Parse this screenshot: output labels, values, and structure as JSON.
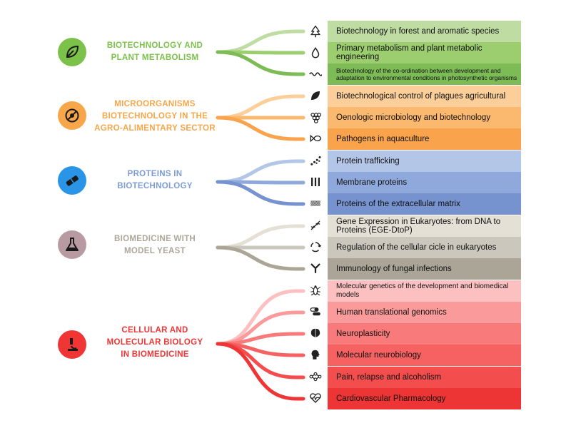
{
  "groups": [
    {
      "label_lines": [
        "BIOTECHNOLOGY AND",
        "PLANT METABOLISM"
      ],
      "color": "#7cc24a",
      "icon": "leaf-icon",
      "items": [
        {
          "text": "Biotechnology in forest and aromatic species",
          "icon": "tree-icon",
          "color": "#bfdca3"
        },
        {
          "text": "Primary metabolism and plant metabolic engineering",
          "icon": "drop-icon",
          "color": "#9ccd6f"
        },
        {
          "text": "Biotechnology of the co-ordination between development and adaptation to environmental conditions in photosynthetic organisms",
          "icon": "wave-icon",
          "color": "#7dbb57",
          "small": true
        }
      ]
    },
    {
      "label_lines": [
        "MICROORGANISMS",
        "BIOTECHNOLOGY IN THE",
        "AGRO-ALIMENTARY SECTOR"
      ],
      "color": "#f7a64a",
      "icon": "no-bug-icon",
      "items": [
        {
          "text": "Biotechnological control of plagues agricultural",
          "icon": "leaf-small-icon",
          "color": "#fccf9a"
        },
        {
          "text": "Oenologic microbiology and biotechnology",
          "icon": "grapes-icon",
          "color": "#fbb96f"
        },
        {
          "text": "Pathogens in aquaculture",
          "icon": "fish-icon",
          "color": "#f9a44c"
        }
      ]
    },
    {
      "label_lines": [
        "PROTEINS IN",
        "BIOTECHNOLOGY"
      ],
      "color": "#2a95e6",
      "icon": "protein-icon",
      "items": [
        {
          "text": "Protein trafficking",
          "icon": "dots-icon",
          "color": "#b3c6e8"
        },
        {
          "text": "Membrane proteins",
          "icon": "membrane-icon",
          "color": "#8fa9dc"
        },
        {
          "text": "Proteins of the extracellular matrix",
          "icon": "matrix-icon",
          "color": "#7693d0"
        }
      ]
    },
    {
      "label_lines": [
        "BIOMEDICINE WITH",
        "MODEL YEAST"
      ],
      "color": "#b89aa3",
      "icon": "flask-icon",
      "items": [
        {
          "text": "Gene Expression in Eukaryotes: from DNA to Proteins (EGE-DtoP)",
          "icon": "dna-icon",
          "color": "#e4e0d5"
        },
        {
          "text": "Regulation of the cellular cicle in eukaryotes",
          "icon": "cycle-icon",
          "color": "#cbc7bc"
        },
        {
          "text": "Immunology of fungal infections",
          "icon": "antibody-icon",
          "color": "#aaa597"
        }
      ]
    },
    {
      "label_lines": [
        "CELLULAR AND",
        "MOLECULAR BIOLOGY",
        "IN BIOMEDICINE"
      ],
      "color": "#f03535",
      "icon": "microscope-icon",
      "items": [
        {
          "text": "Molecular genetics of the development and biomedical models",
          "icon": "fly-icon",
          "color": "#fcc0c0"
        },
        {
          "text": "Human translational genomics",
          "icon": "pills-icon",
          "color": "#fa9a9a"
        },
        {
          "text": "Neuroplasticity",
          "icon": "brain-icon",
          "color": "#f87a7a"
        },
        {
          "text": "Molecular neurobiology",
          "icon": "head-icon",
          "color": "#f66262"
        },
        {
          "text": "Pain, relapse and alcoholism",
          "icon": "molecule-icon",
          "color": "#f44d4d"
        },
        {
          "text": "Cardiovascular Pharmacology",
          "icon": "heart-icon",
          "color": "#ee3535"
        }
      ]
    }
  ]
}
